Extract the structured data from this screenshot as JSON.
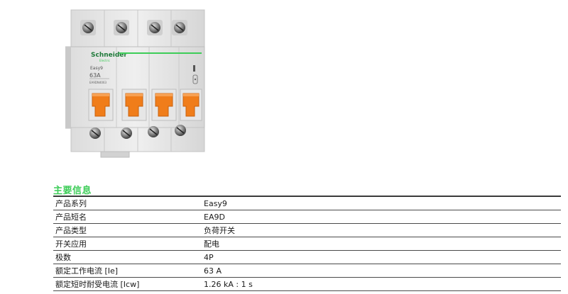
{
  "product": {
    "brand_logo_text": "Schneider",
    "brand_logo_subtext": "Electric",
    "model_label": "Easy9",
    "rating_label": "63A",
    "part_number": "EA9DN4063"
  },
  "section": {
    "title": "主要信息"
  },
  "specs": [
    {
      "label": "产品系列",
      "value": "Easy9"
    },
    {
      "label": "产品短名",
      "value": "EA9D"
    },
    {
      "label": "产品类型",
      "value": "负荷开关"
    },
    {
      "label": "开关应用",
      "value": "配电"
    },
    {
      "label": "极数",
      "value": "4P"
    },
    {
      "label": "额定工作电流 [Ie]",
      "value": "63 A"
    },
    {
      "label": "额定短时耐受电流 [Icw]",
      "value": "1.26 kA : 1 s"
    }
  ],
  "colors": {
    "accent_green": "#3dcd58",
    "handle_orange": "#f07d1a",
    "body_grey": "#e9e9e9"
  }
}
